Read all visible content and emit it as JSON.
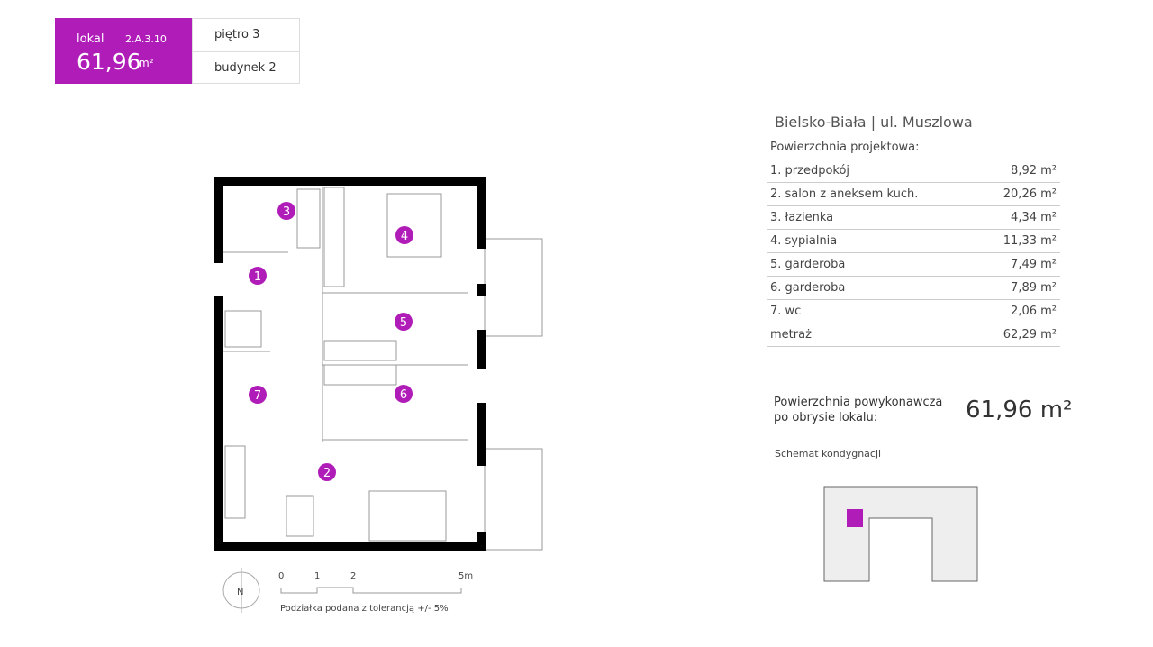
{
  "unit": {
    "lokal_label": "lokal",
    "code": "2.A.3.10",
    "area": "61,96",
    "area_unit": "m²",
    "floor": "piętro 3",
    "building": "budynek 2"
  },
  "location": "Bielsko-Biała | ul. Muszlowa",
  "table": {
    "header": "Powierzchnia projektowa:",
    "rows": [
      {
        "label": "1. przedpokój",
        "value": "8,92 m²"
      },
      {
        "label": "2. salon z aneksem kuch.",
        "value": "20,26 m²"
      },
      {
        "label": "3. łazienka",
        "value": "4,34 m²"
      },
      {
        "label": "4. sypialnia",
        "value": "11,33 m²"
      },
      {
        "label": "5. garderoba",
        "value": "7,49 m²"
      },
      {
        "label": "6. garderoba",
        "value": "7,89 m²"
      },
      {
        "label": "7. wc",
        "value": "2,06 m²"
      },
      {
        "label": "metraż",
        "value": "62,29 m²"
      }
    ]
  },
  "as_built": {
    "label1": "Powierzchnia powykonawcza",
    "label2": "po obrysie lokalu:",
    "value": "61,96 m²"
  },
  "schema_label": "Schemat kondygnacji",
  "plan": {
    "room_markers": [
      "1",
      "2",
      "3",
      "4",
      "5",
      "6",
      "7"
    ],
    "compass": "N",
    "scale_ticks": [
      "0",
      "1",
      "2",
      "5m"
    ],
    "tolerance_note": "Podziałka podana z tolerancją +/- 5%"
  },
  "colors": {
    "accent": "#b01cb8"
  }
}
